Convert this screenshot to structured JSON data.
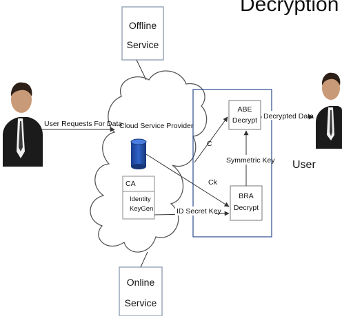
{
  "title": "Decryption",
  "offline_service": {
    "line1": "Offline",
    "line2": "Service"
  },
  "online_service": {
    "line1": "Online",
    "line2": "Service"
  },
  "cloud": {
    "label": "Cloud Service Provider",
    "ca_label": "CA",
    "identity_label": "Identity",
    "keygen_label": "KeyGen"
  },
  "decrypt": {
    "abe_line1": "ABE",
    "abe_line2": "Decrypt",
    "bra_line1": "BRA",
    "bra_line2": "Decrypt"
  },
  "edges": {
    "user_requests": "User Requests For Data",
    "c": "C",
    "ck": "Ck",
    "symmetric_key": "Symmetric Key",
    "id_secret_key": "ID Secret Key",
    "decrypted_data": "Decrypted Data"
  },
  "user_label": "User",
  "icons": {
    "left_person": "user-person-icon",
    "right_person": "user-person-icon",
    "database": "database-icon"
  }
}
